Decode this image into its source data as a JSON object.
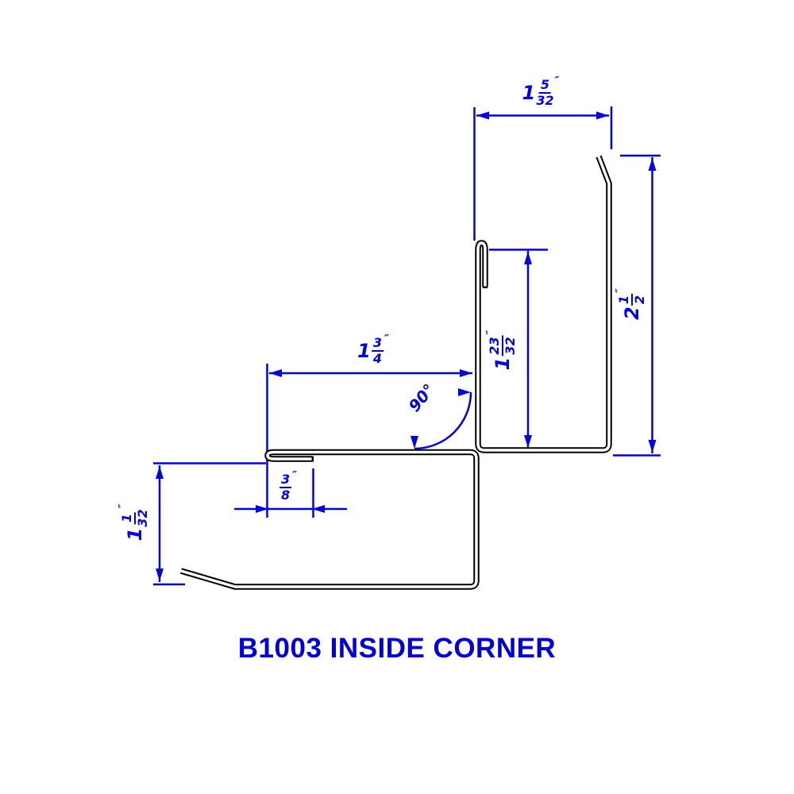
{
  "title": "B1003 INSIDE CORNER",
  "colors": {
    "dimension_blue": "#0000EE",
    "title_blue": "#0000DD",
    "profile_black": "#000000",
    "background": "#FFFFFF"
  },
  "dimensions": {
    "top_width": {
      "whole": "1",
      "numerator": "5",
      "denominator": "32",
      "unit": "″"
    },
    "right_height": {
      "whole": "2",
      "numerator": "1",
      "denominator": "2",
      "unit": "″"
    },
    "middle_height": {
      "whole": "1",
      "numerator": "23",
      "denominator": "32",
      "unit": "″"
    },
    "left_width": {
      "whole": "1",
      "numerator": "3",
      "denominator": "4",
      "unit": "″"
    },
    "hem_return": {
      "numerator": "3",
      "denominator": "8",
      "unit": "″"
    },
    "bottom_height": {
      "whole": "1",
      "numerator": "1",
      "denominator": "32",
      "unit": "″"
    },
    "angle": {
      "text": "90°"
    }
  }
}
